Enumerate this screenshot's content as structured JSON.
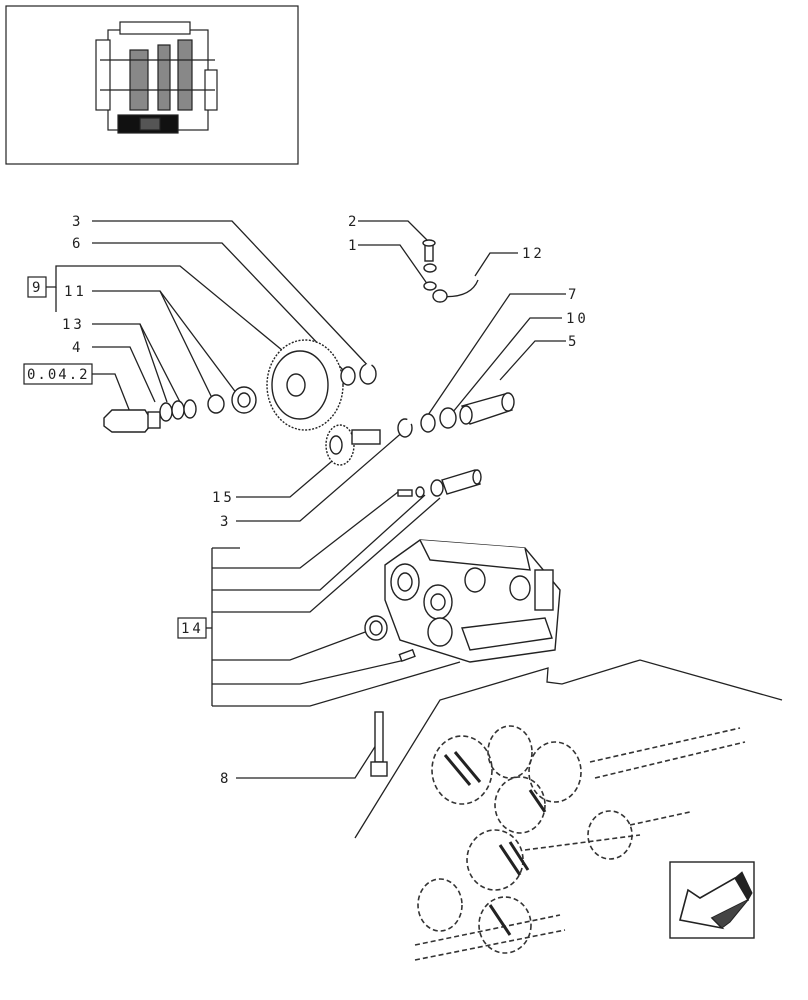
{
  "labels": {
    "l1": "1",
    "l2": "2",
    "l3a": "3",
    "l3b": "3",
    "l4": "4",
    "l5": "5",
    "l6": "6",
    "l7": "7",
    "l8": "8",
    "l10": "10",
    "l11": "11",
    "l12": "12",
    "l13": "13",
    "l15": "15"
  },
  "refs": {
    "r9": "9",
    "r14": "14",
    "r0042": "0.04.2"
  },
  "nav": {
    "back_icon": "arrow-down-left-icon"
  }
}
